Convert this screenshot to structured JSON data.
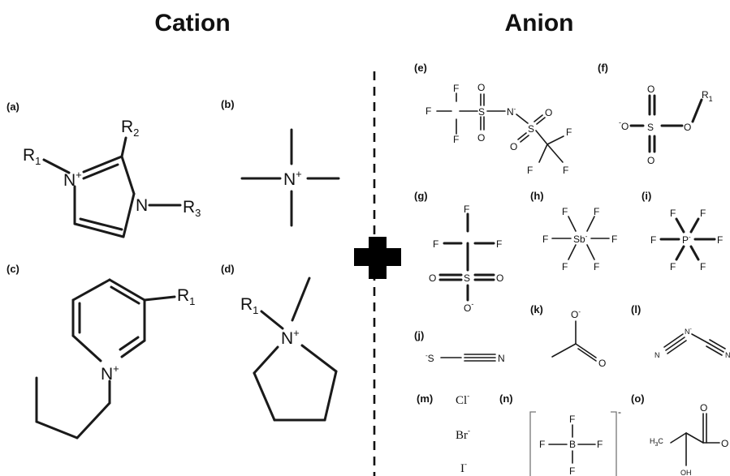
{
  "headings": {
    "cation": "Cation",
    "anion": "Anion"
  },
  "cation": {
    "a": {
      "label": "(a)",
      "r1": "R",
      "r1_sub": "1",
      "r2": "R",
      "r2_sub": "2",
      "r3": "R",
      "r3_sub": "3",
      "n_plus": "N",
      "n_plus_charge": "+",
      "n": "N"
    },
    "b": {
      "label": "(b)",
      "n": "N",
      "charge": "+"
    },
    "c": {
      "label": "(c)",
      "r1": "R",
      "r1_sub": "1",
      "n": "N",
      "charge": "+"
    },
    "d": {
      "label": "(d)",
      "r1": "R",
      "r1_sub": "1",
      "n": "N",
      "charge": "+"
    }
  },
  "anion": {
    "e": {
      "label": "(e)",
      "f": "F",
      "s": "S",
      "o": "O",
      "n": "N",
      "minus": "-"
    },
    "f": {
      "label": "(f)",
      "o": "O",
      "s": "S",
      "minus": "-",
      "r": "R",
      "r_sub": "1"
    },
    "g": {
      "label": "(g)",
      "f": "F",
      "o": "O",
      "s": "S",
      "minus": "-"
    },
    "h": {
      "label": "(h)",
      "f": "F",
      "center": "Sb",
      "minus": "-"
    },
    "i": {
      "label": "(i)",
      "f": "F",
      "center": "P",
      "minus": "-"
    },
    "j": {
      "label": "(j)",
      "s": "S",
      "n": "N",
      "minus": "-"
    },
    "k": {
      "label": "(k)",
      "o": "O",
      "minus": "-"
    },
    "l": {
      "label": "(l)",
      "n": "N",
      "minus": "-"
    },
    "m": {
      "label": "(m)",
      "cl": "Cl",
      "br": "Br",
      "i": "I",
      "minus": "-"
    },
    "n": {
      "label": "(n)",
      "f": "F",
      "b": "B",
      "minus": "-"
    },
    "o": {
      "label": "(o)",
      "h3c": "H",
      "h3c_sub": "3",
      "h3c_c": "C",
      "o": "O",
      "oh": "OH"
    }
  },
  "colors": {
    "ink": "#111111",
    "background": "#ffffff"
  }
}
